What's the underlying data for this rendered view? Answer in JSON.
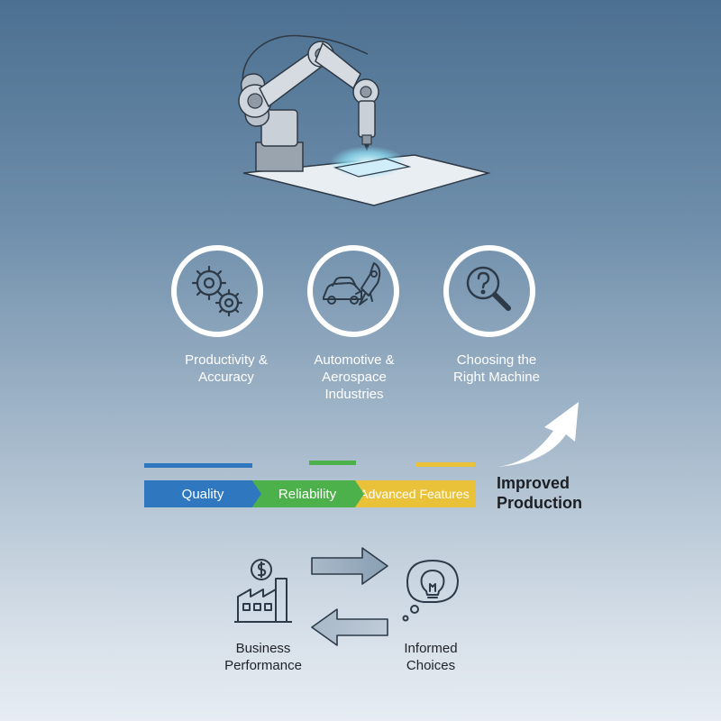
{
  "topics": [
    {
      "icon": "gears-icon",
      "label": "Productivity &\nAccuracy"
    },
    {
      "icon": "car-rocket-icon",
      "label": "Automotive &\nAerospace\nIndustries"
    },
    {
      "icon": "magnifier-question-icon",
      "label": "Choosing the\nRight Machine"
    }
  ],
  "stages": [
    {
      "label": "Quality",
      "color": "#2f78c0"
    },
    {
      "label": "Reliability",
      "color": "#4cb14a"
    },
    {
      "label": "Advanced Features",
      "color": "#eac23a"
    }
  ],
  "result": "Improved\nProduction",
  "cycle": {
    "left": {
      "icon": "factory-dollar-icon",
      "label": "Business\nPerformance"
    },
    "right": {
      "icon": "lightbulb-thought-icon",
      "label": "Informed\nChoices"
    }
  },
  "colors": {
    "circle_border": "#ffffff",
    "icon_stroke": "#2d3a48"
  }
}
